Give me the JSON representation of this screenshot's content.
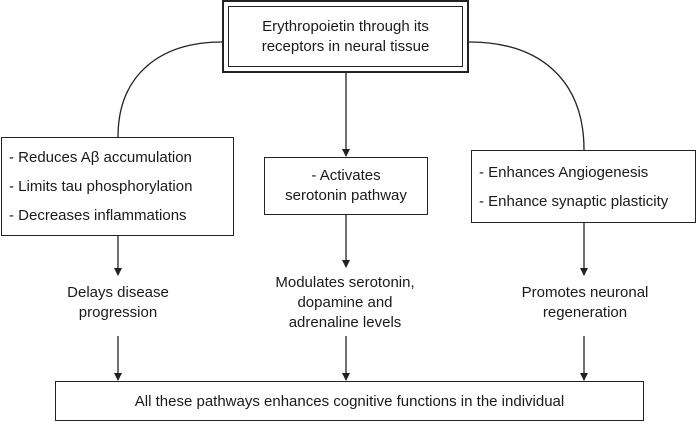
{
  "top": {
    "line1": "Erythropoietin through its",
    "line2": "receptors in neural tissue"
  },
  "left_box": {
    "items": [
      "- Reduces Aβ accumulation",
      "- Limits tau phosphorylation",
      "- Decreases inflammations"
    ]
  },
  "middle_box": {
    "line1": "- Activates",
    "line2": "serotonin pathway"
  },
  "right_box": {
    "items": [
      "- Enhances Angiogenesis",
      "- Enhance synaptic plasticity"
    ]
  },
  "outcomes": {
    "left": {
      "line1": "Delays disease",
      "line2": "progression"
    },
    "middle": {
      "line1": "Modulates serotonin,",
      "line2": "dopamine and",
      "line3": "adrenaline levels"
    },
    "right": {
      "line1": "Promotes neuronal",
      "line2": "regeneration"
    }
  },
  "bottom": {
    "text": "All these pathways enhances cognitive functions in the individual"
  },
  "colors": {
    "line": "#222222",
    "text": "#1a1a1a"
  }
}
